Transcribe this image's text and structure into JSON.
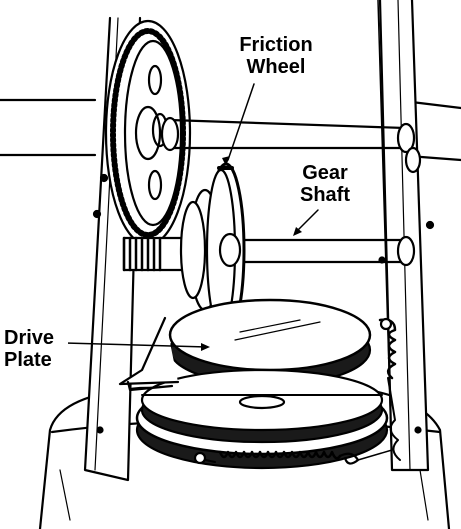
{
  "labels": {
    "friction_wheel": [
      "Friction",
      "Wheel"
    ],
    "gear_shaft": [
      "Gear",
      "Shaft"
    ],
    "drive_plate": [
      "Drive",
      "Plate"
    ]
  },
  "colors": {
    "ink": "#000000",
    "paper": "#ffffff",
    "shade": "#1a1a1a"
  }
}
